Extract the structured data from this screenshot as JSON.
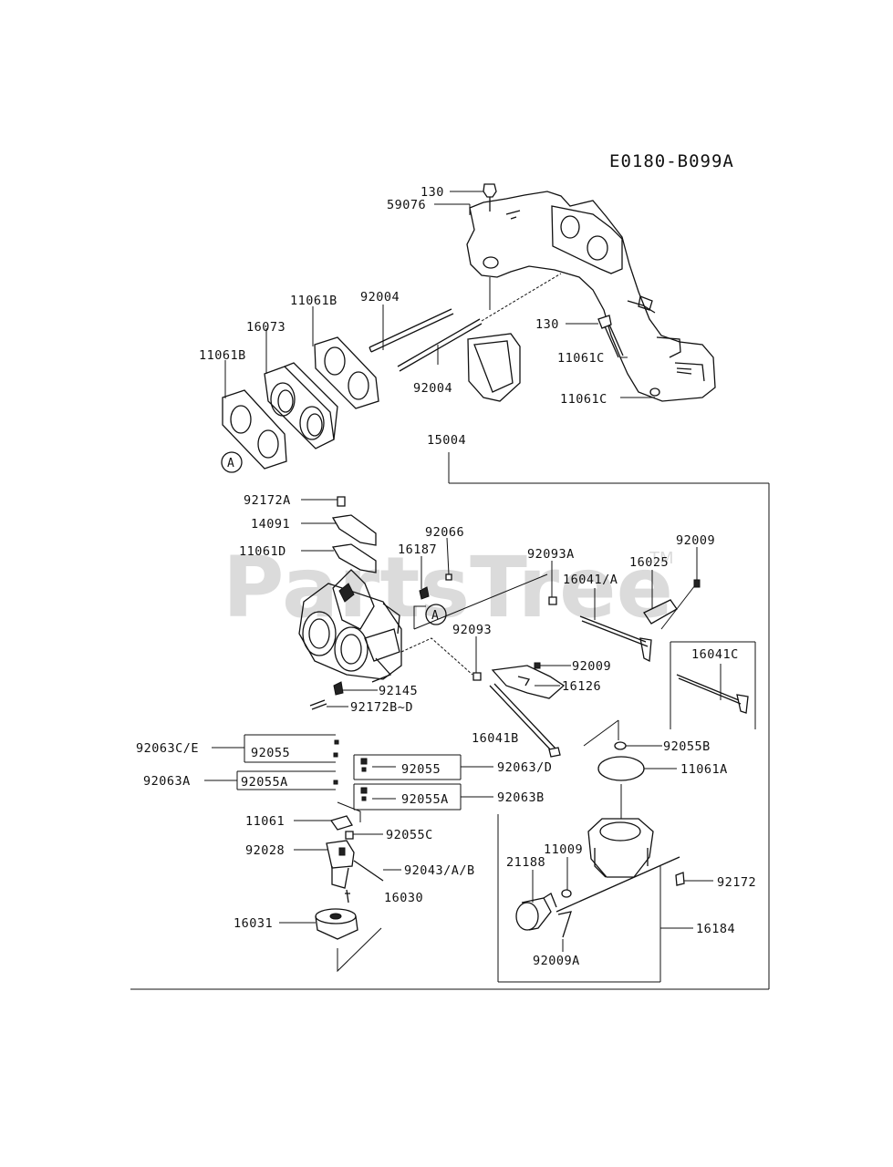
{
  "diagram_code": "E0180-B099A",
  "watermark": {
    "text": "PartsTree",
    "trademark": "TM"
  },
  "callout_ref": "A",
  "labels": {
    "l130a": "130",
    "l59076": "59076",
    "l11061b_top": "11061B",
    "l92004_top": "92004",
    "l16073": "16073",
    "l11061b_left": "11061B",
    "l92004_bot": "92004",
    "l130b": "130",
    "l11061c_a": "11061C",
    "l11061c_b": "11061C",
    "l15004": "15004",
    "l92172a": "92172A",
    "l14091": "14091",
    "l92066": "92066",
    "l16187": "16187",
    "l11061d": "11061D",
    "l92093a": "92093A",
    "l92009_top": "92009",
    "l16025": "16025",
    "l16041a": "16041/A",
    "l92093": "92093",
    "l92009_mid": "92009",
    "l16126": "16126",
    "l16041c": "16041C",
    "l92145": "92145",
    "l92172bd": "92172B~D",
    "l16041b": "16041B",
    "l92055b": "92055B",
    "l92063ce": "92063C/E",
    "l92055_box": "92055",
    "l92055_r": "92055",
    "l92063d": "92063/D",
    "l11061a": "11061A",
    "l92063a": "92063A",
    "l92055a_box": "92055A",
    "l92055a_r": "92055A",
    "l92063b": "92063B",
    "l11061": "11061",
    "l92055c": "92055C",
    "l11009": "11009",
    "l21188": "21188",
    "l92028": "92028",
    "l92043ab": "92043/A/B",
    "l92172": "92172",
    "l16030": "16030",
    "l16031": "16031",
    "l16184": "16184",
    "l92009a": "92009A"
  }
}
